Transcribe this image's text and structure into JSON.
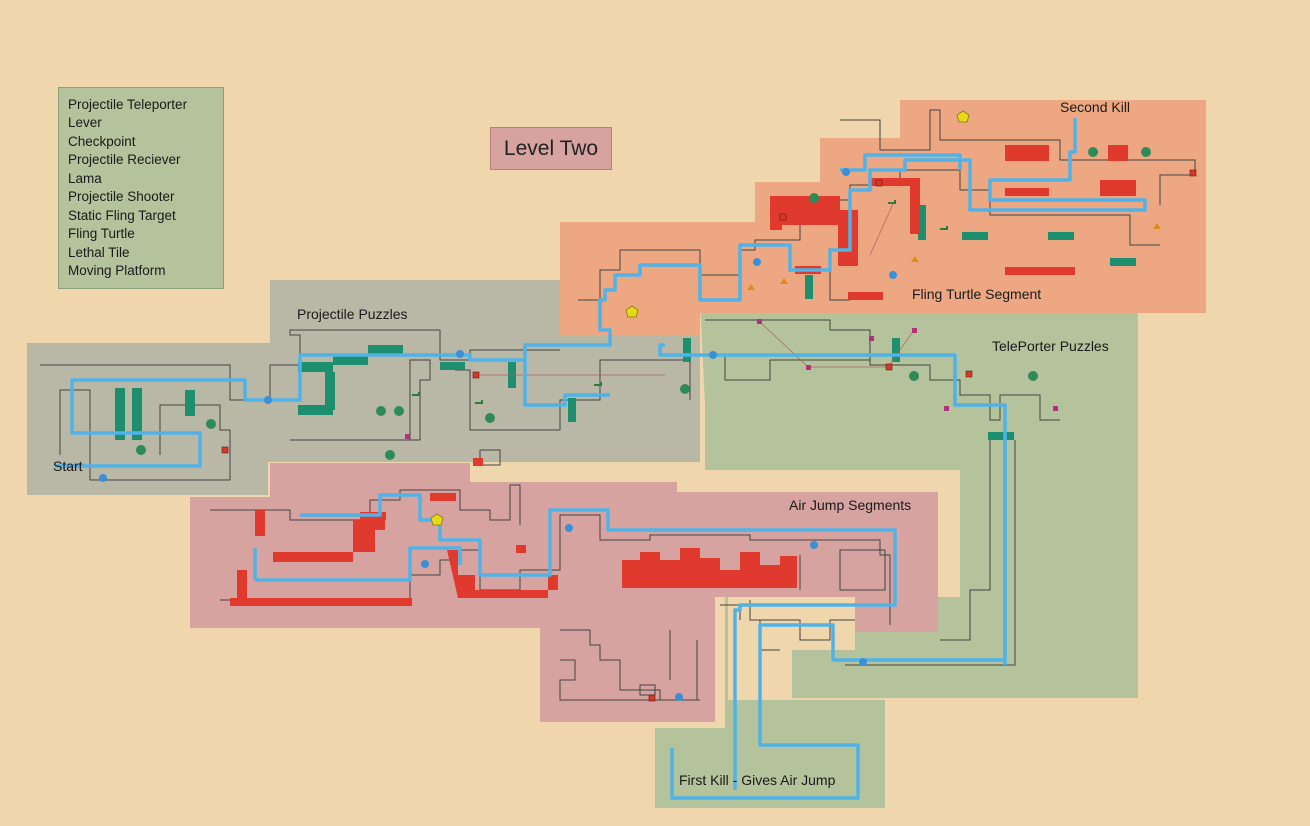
{
  "title": "Level Two",
  "legend": {
    "items": [
      {
        "label": "Projectile Teleporter",
        "icon": "teleporter-icon",
        "color": "#b0337a"
      },
      {
        "label": "Lever",
        "icon": "lever-icon",
        "color": "#2f7a3a"
      },
      {
        "label": "Checkpoint",
        "icon": "checkpoint-icon",
        "color": "#3b8fd6"
      },
      {
        "label": "Projectile Reciever",
        "icon": "receiver-icon",
        "color": "#2e8b57"
      },
      {
        "label": "Lama",
        "icon": "lama-icon",
        "color": "#e8d81a"
      },
      {
        "label": "Projectile Shooter",
        "icon": "shooter-icon",
        "color": "#d23a2a"
      },
      {
        "label": "Static Fling Target",
        "icon": "fling-target-icon",
        "color": "#f0a020"
      },
      {
        "label": "Fling Turtle",
        "icon": "fling-turtle-icon",
        "color": "#e08a1a"
      },
      {
        "label": "Lethal Tile",
        "icon": "lethal-tile-icon",
        "color": "#1e8f6e"
      },
      {
        "label": "Moving Platform",
        "icon": "moving-platform-icon",
        "color": "#e03a2e"
      }
    ]
  },
  "zones": {
    "start": "Start",
    "projectile_puzzles": "Projectile Puzzles",
    "fling_turtle_segment": "Fling Turtle Segment",
    "second_kill": "Second Kill",
    "teleporter_puzzles": "TelePorter Puzzles",
    "air_jump_segments": "Air Jump Segments",
    "first_kill": "First Kill - Gives Air Jump"
  },
  "colors": {
    "background": "#f0d6ad",
    "zone_grey": "#b9b7a6",
    "zone_green": "#b4c39c",
    "zone_pink": "#d6a3a0",
    "zone_orange": "#eda883",
    "path": "#4fb3e8"
  }
}
